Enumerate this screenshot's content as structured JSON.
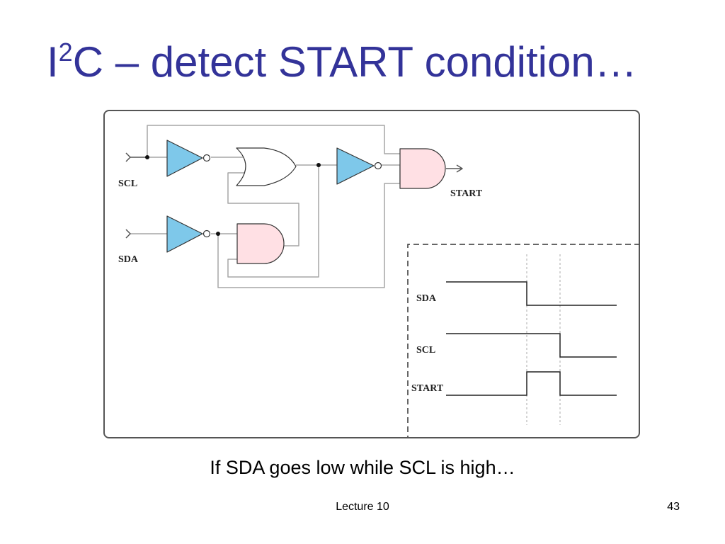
{
  "slide": {
    "title_pre": "I",
    "title_sup": "2",
    "title_post": "C – detect  START condition…",
    "caption": "If SDA goes low while SCL is high…",
    "footer_center": "Lecture 10",
    "page_number": "43"
  },
  "circuit": {
    "labels": {
      "scl": "SCL",
      "sda": "SDA",
      "output": "START"
    },
    "colors": {
      "inverter": "#7ec8ea",
      "gate": "#ffe0e4",
      "wire_gray": "#a6a6a6",
      "wire_dark": "#555555"
    }
  },
  "timing": {
    "labels": {
      "sda": "SDA",
      "scl": "SCL",
      "start": "START"
    }
  }
}
